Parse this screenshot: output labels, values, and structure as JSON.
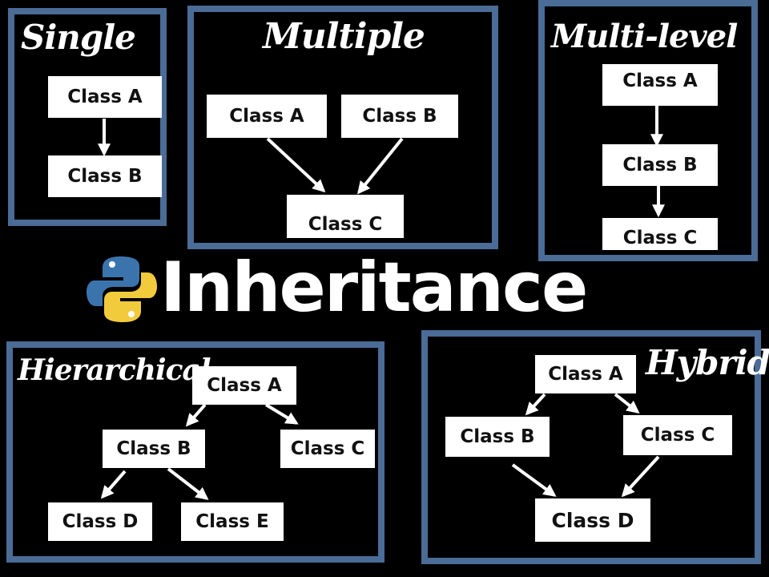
{
  "title": "Inheritance",
  "logo": "python-logo",
  "colors": {
    "panel_border": "#4a6c96",
    "background": "#000000",
    "box": "#ffffff"
  },
  "panels": {
    "single": {
      "title": "Single",
      "classes": [
        "Class A",
        "Class B"
      ]
    },
    "multiple": {
      "title": "Multiple",
      "classes": [
        "Class A",
        "Class B",
        "Class C"
      ]
    },
    "multilevel": {
      "title": "Multi-level",
      "classes": [
        "Class A",
        "Class B",
        "Class C"
      ]
    },
    "hierarchical": {
      "title": "Hierarchical",
      "classes": [
        "Class A",
        "Class B",
        "Class C",
        "Class D",
        "Class E"
      ]
    },
    "hybrid": {
      "title": "Hybrid",
      "classes": [
        "Class A",
        "Class B",
        "Class C",
        "Class D"
      ]
    }
  }
}
